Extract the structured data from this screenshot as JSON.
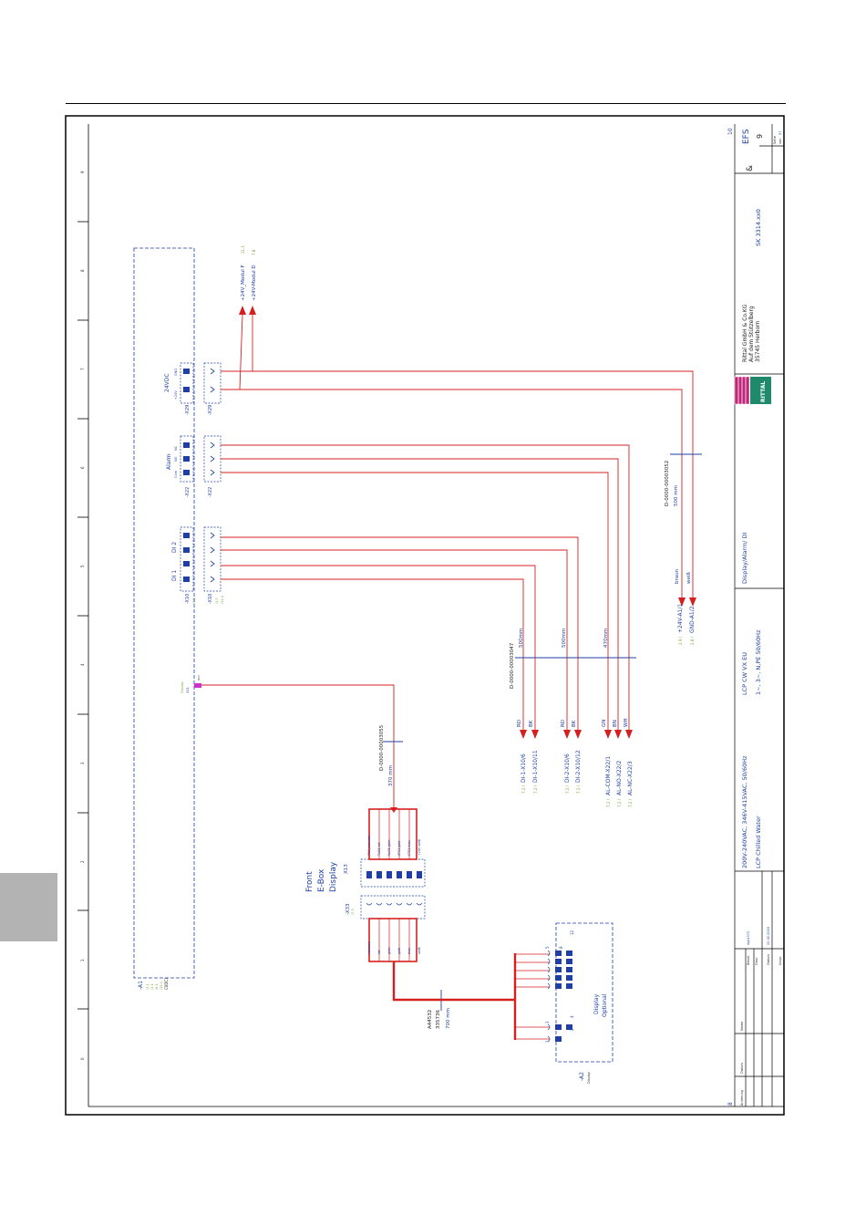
{
  "sheet": {
    "page_number": "8",
    "next_page": "10",
    "side_ticks": [
      "9",
      "8",
      "7",
      "6",
      "5",
      "4",
      "3",
      "2",
      "1",
      "0"
    ]
  },
  "title_block": {
    "company_lines": [
      "Rittal GmbH & Co.KG",
      "Auf dem Stützelberg",
      "35745 Herborn"
    ],
    "logo_text": "RITTAL",
    "product_line1": "200V-240VAC, 346V-415VAC, 50/60Hz",
    "product_line2": "LCP Chilled Water",
    "system_line1": "LCP CW VX EU",
    "system_line2": "1~, 3~, N,PE 50/60Hz",
    "sheet_title": "Display/Alarm/ DI",
    "drawing_no": "SK 3314.xx0",
    "amp": "&",
    "efs": "EFS",
    "blatt_label": "Seite",
    "blatt_value": "9",
    "von_label": "von",
    "von_value": "57",
    "datum_label": "Datum",
    "datum_value": "22.02.2016",
    "bearb_label": "Bearb.",
    "bearb_value": "dgs1372",
    "gepr_label": "Gepr.",
    "urspr_label": "Urspr.",
    "name_label": "Name",
    "aenderung_label": "Änderung",
    "datum2_label": "Datum"
  },
  "module": {
    "label": "-A1",
    "refs": [
      "/2.1",
      "/3.1",
      "/6.1",
      "/11.1"
    ],
    "type": "C0DC1"
  },
  "blocks": {
    "x29": {
      "label": "-X29",
      "title": "24VDC",
      "pin_labels": [
        "+24V",
        "GND"
      ]
    },
    "x22": {
      "label": "-X22",
      "title": "Alarm",
      "pin_labels": [
        "Com",
        "NO",
        "NC"
      ]
    },
    "x10": {
      "label": "-X10",
      "di1": "DI 1",
      "di2": "DI 2",
      "refs": [
        "/3.5",
        "/11.4"
      ]
    },
    "display_conn": {
      "label": "Display",
      "conn": "X11",
      "pin": "X11"
    }
  },
  "outputs": {
    "mod_f": "+24V_Modul F",
    "mod_f_ref": "11.1",
    "mod_d": "+24V-Modul D",
    "mod_d_ref": "7.8"
  },
  "cables": {
    "c3052": {
      "code": "D-0000-00003052",
      "length": "500 mm"
    },
    "c3047": {
      "code": "D-0000-00003047",
      "length_a": "500mm",
      "length_b": "500mm",
      "length_c": "470mm"
    },
    "c3055": {
      "code": "D-0000-00003055",
      "length": "370 mm"
    },
    "c44532": {
      "code": "A44532",
      "code2": "335736",
      "length": "700 mm"
    }
  },
  "wires": {
    "braun": "braun",
    "weiss": "weiß",
    "rd": "RD",
    "bk": "BK",
    "gn": "GN",
    "bn": "BN",
    "wh": "WH"
  },
  "terminals": [
    {
      "ref": "2.9 /",
      "label": "+24V-A1/1"
    },
    {
      "ref": "2.8 /",
      "label": "GND-A1/2"
    },
    {
      "ref": "7.2 /",
      "label": "DI-1-X10/6"
    },
    {
      "ref": "7.2 /",
      "label": "DI-1-X10/11"
    },
    {
      "ref": "7.2 /",
      "label": "DI-2-X10/6"
    },
    {
      "ref": "7.2 /",
      "label": "DI-2-X10/12"
    },
    {
      "ref": "7.2 /",
      "label": "AL-COM-X22/1"
    },
    {
      "ref": "7.2 /",
      "label": "AL-NO-X22/2"
    },
    {
      "ref": "7.2 /",
      "label": "AL-NC-X22/3"
    }
  ],
  "ebox": {
    "title_lines": [
      "Front",
      "E-Box",
      "Display"
    ],
    "x13": "X13",
    "x33": "-X33",
    "x33_ref": "/7.3",
    "wire_labels": [
      "PRO_schwarz",
      "TxD1 rot",
      "RxD1 grün",
      "RTS1 gelb",
      "CTS1 blau",
      "+24V weiß"
    ],
    "wire_labels2": [
      "schwarz",
      "rot",
      "grün",
      "gelb",
      "blau",
      "weiß"
    ]
  },
  "display_opt": {
    "label": "-A2",
    "sub": "Display",
    "title_lines": [
      "Display",
      "Optional"
    ],
    "pins": [
      "1",
      "2",
      "3",
      "4",
      "5",
      "8",
      "12"
    ]
  }
}
